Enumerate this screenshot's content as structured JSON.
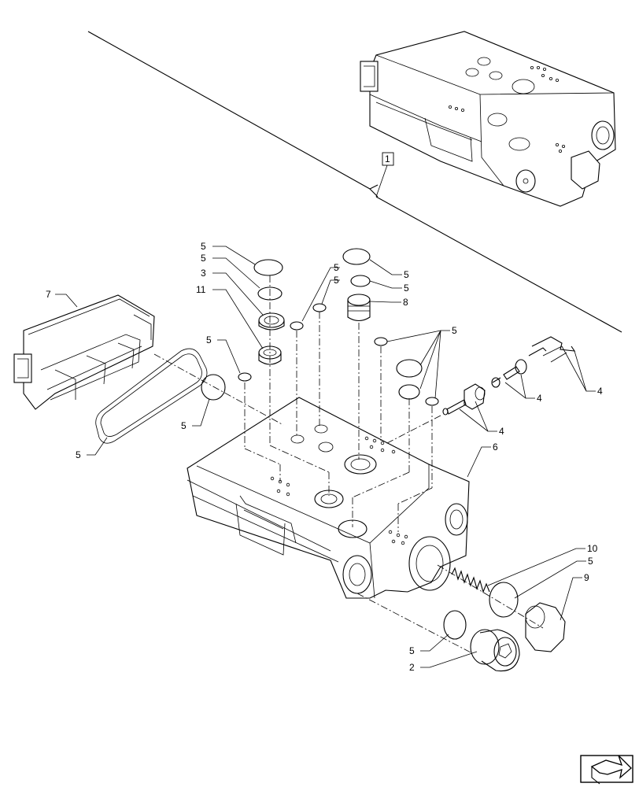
{
  "callouts": {
    "c1": "1",
    "c2": "2",
    "c3": "3",
    "c4a": "4",
    "c4b": "4",
    "c4c": "4",
    "c5_top_left_1": "5",
    "c5_top_left_2": "5",
    "c5_mid_left": "5",
    "c5_oring_left": "5",
    "c5_gasket": "5",
    "c5_center_a": "5",
    "c5_center_b": "5",
    "c5_top_right_1": "5",
    "c5_top_right_2": "5",
    "c5_right_group": "5",
    "c5_disc": "5",
    "c5_bottom": "5",
    "c6": "6",
    "c7": "7",
    "c8": "8",
    "c9": "9",
    "c10": "10",
    "c11": "11"
  },
  "icons": {
    "navigation": "arrow-icon"
  }
}
